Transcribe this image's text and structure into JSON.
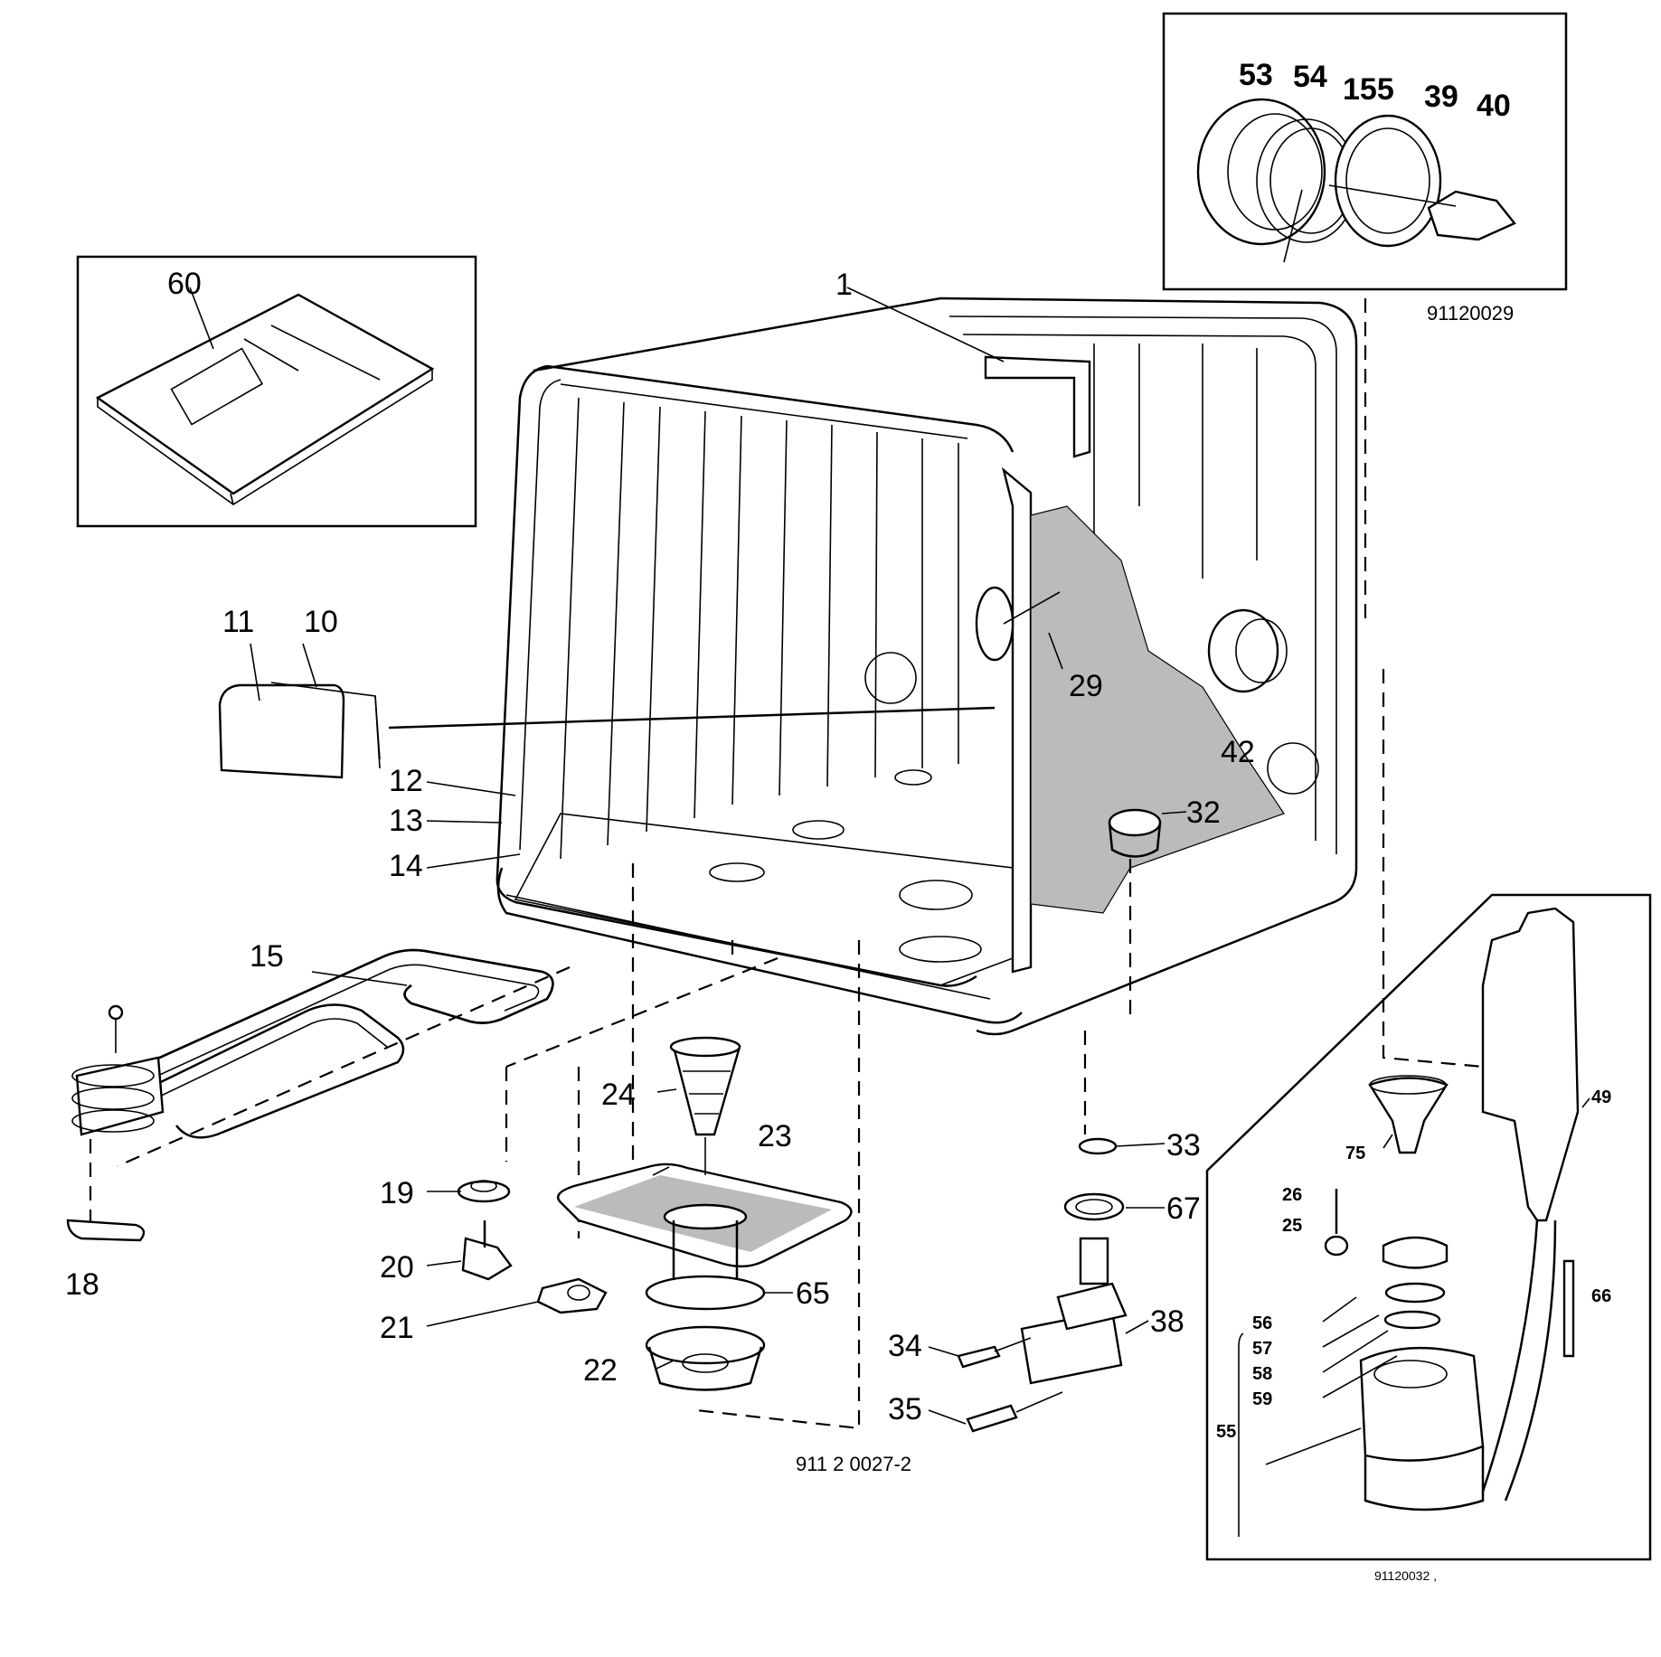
{
  "diagram": {
    "drawing_codes": {
      "main": "911 2 0027-2",
      "top_inset": "91120029",
      "bottom_inset": "91120032 ,"
    },
    "labels": {
      "p1": "1",
      "p10": "10",
      "p11": "11",
      "p12": "12",
      "p13": "13",
      "p14": "14",
      "p15": "15",
      "p18": "18",
      "p19": "19",
      "p20": "20",
      "p21": "21",
      "p22": "22",
      "p23": "23",
      "p24": "24",
      "p25": "25",
      "p26": "26",
      "p29": "29",
      "p32": "32",
      "p33": "33",
      "p34": "34",
      "p35": "35",
      "p38": "38",
      "p39": "39",
      "p40": "40",
      "p42": "42",
      "p49": "49",
      "p53": "53",
      "p54": "54",
      "p155": "155",
      "p55": "55",
      "p56": "56",
      "p57": "57",
      "p58": "58",
      "p59": "59",
      "p60": "60",
      "p65": "65",
      "p66": "66",
      "p67": "67",
      "p75": "75"
    }
  }
}
